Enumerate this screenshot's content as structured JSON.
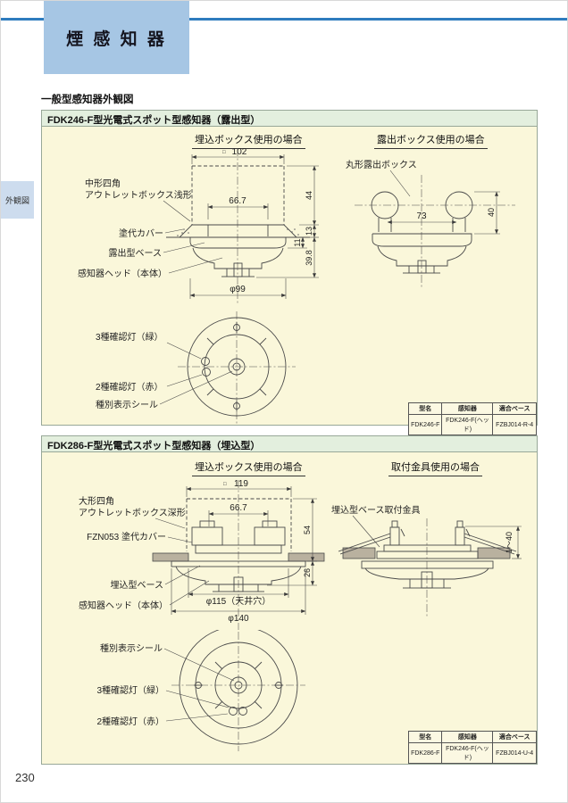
{
  "page": {
    "title": "煙 感 知 器",
    "side_tab": "外観図",
    "section_heading": "一般型感知器外観図",
    "page_number": "230"
  },
  "colors": {
    "accent_blue": "#2e7cbe",
    "title_bg": "#a6c6e4",
    "tab_bg": "#cddcee",
    "panel_header_bg": "#e3efde",
    "panel_body_bg": "#faf7da"
  },
  "panel1": {
    "header": "FDK246-F型光電式スポット型感知器（露出型）",
    "left_caption": "埋込ボックス使用の場合",
    "right_caption": "露出ボックス使用の場合",
    "labels": {
      "outlet_box_line1": "中形四角",
      "outlet_box_line2": "アウトレットボックス浅形",
      "cover": "塗代カバー",
      "base": "露出型ベース",
      "head": "感知器ヘッド（本体）",
      "round_box": "丸形露出ボックス",
      "lamp3": "3種確認灯（緑）",
      "lamp2": "2種確認灯（赤）",
      "type_seal": "種別表示シール"
    },
    "dims": {
      "box_width_mark": "□",
      "box_width": "102",
      "screw_pitch": "66.7",
      "box_height": "44",
      "cover_height": "13",
      "base_height": "11",
      "total_height": "39.8",
      "base_dia": "φ99",
      "round_box_pitch": "73",
      "round_box_height": "40"
    },
    "table": {
      "headers": [
        "型名",
        "感知器",
        "適合ベース"
      ],
      "row": [
        "FDK246-F",
        "FDK246-F(ヘッド)",
        "FZBJ014-R-4"
      ]
    }
  },
  "panel2": {
    "header": "FDK286-F型光電式スポット型感知器（埋込型）",
    "left_caption": "埋込ボックス使用の場合",
    "right_caption": "取付金具使用の場合",
    "labels": {
      "outlet_box_line1": "大形四角",
      "outlet_box_line2": "アウトレットボックス深形",
      "cover": "FZN053 塗代カバー",
      "base": "埋込型ベース",
      "head": "感知器ヘッド（本体）",
      "bracket": "埋込型ベース取付金具",
      "type_seal": "種別表示シール",
      "lamp3": "3種確認灯（緑）",
      "lamp2": "2種確認灯（赤）"
    },
    "dims": {
      "box_width_mark": "□",
      "box_width": "119",
      "screw_pitch": "66.7",
      "box_height": "54",
      "base_height": "26",
      "ceiling_hole": "φ115（天井穴）",
      "base_dia": "φ140",
      "bracket_range": "1～40"
    },
    "table": {
      "headers": [
        "型名",
        "感知器",
        "適合ベース"
      ],
      "row": [
        "FDK286-F",
        "FDK246-F(ヘッド)",
        "FZBJ014-U-4"
      ]
    }
  }
}
